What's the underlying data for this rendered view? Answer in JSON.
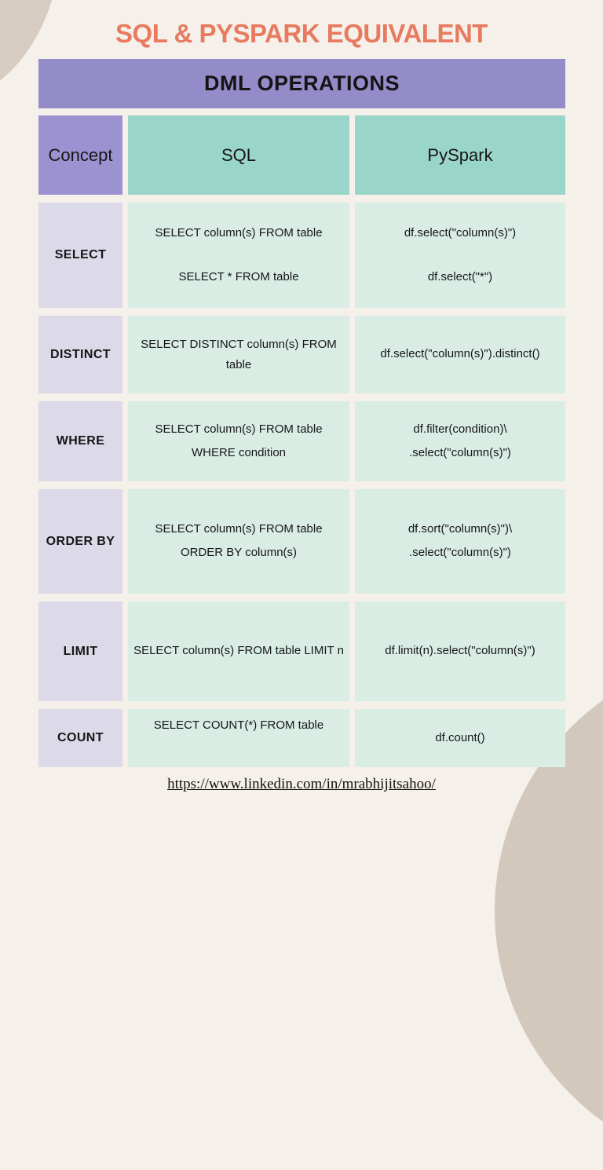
{
  "page": {
    "title": "SQL & PYSPARK EQUIVALENT",
    "banner": "DML OPERATIONS",
    "footer_link": "https://www.linkedin.com/in/mrabhijitsahoo/"
  },
  "colors": {
    "background": "#f5f1ea",
    "accent_coral": "#e87a60",
    "banner_purple": "#948bc9",
    "header_purple": "#9c92d1",
    "header_teal": "#9ad5c9",
    "label_lavender": "#dcd9e8",
    "cell_mint": "#d9ede5",
    "shape_beige": "#d5cabf",
    "text": "#161616"
  },
  "table": {
    "headers": [
      "Concept",
      "SQL",
      "PySpark"
    ],
    "rows": [
      {
        "concept": "SELECT",
        "sql": [
          "SELECT column(s) FROM table",
          "SELECT * FROM table"
        ],
        "pyspark": [
          "df.select(\"column(s)\")",
          "df.select(\"*\")"
        ]
      },
      {
        "concept": "DISTINCT",
        "sql": [
          "SELECT DISTINCT column(s) FROM table"
        ],
        "pyspark": [
          "df.select(\"column(s)\").distinct()"
        ]
      },
      {
        "concept": "WHERE",
        "sql": [
          "SELECT column(s) FROM table",
          "WHERE condition"
        ],
        "pyspark": [
          "df.filter(condition)\\",
          ".select(\"column(s)\")"
        ]
      },
      {
        "concept": "ORDER BY",
        "sql": [
          "SELECT column(s) FROM table",
          "ORDER BY column(s)"
        ],
        "pyspark": [
          "df.sort(\"column(s)\")\\",
          ".select(\"column(s)\")"
        ]
      },
      {
        "concept": "LIMIT",
        "sql": [
          "SELECT column(s) FROM table LIMIT n"
        ],
        "pyspark": [
          "df.limit(n).select(\"column(s)\")"
        ]
      },
      {
        "concept": "COUNT",
        "sql": [
          "SELECT COUNT(*) FROM table"
        ],
        "pyspark": [
          "df.count()"
        ]
      }
    ]
  }
}
